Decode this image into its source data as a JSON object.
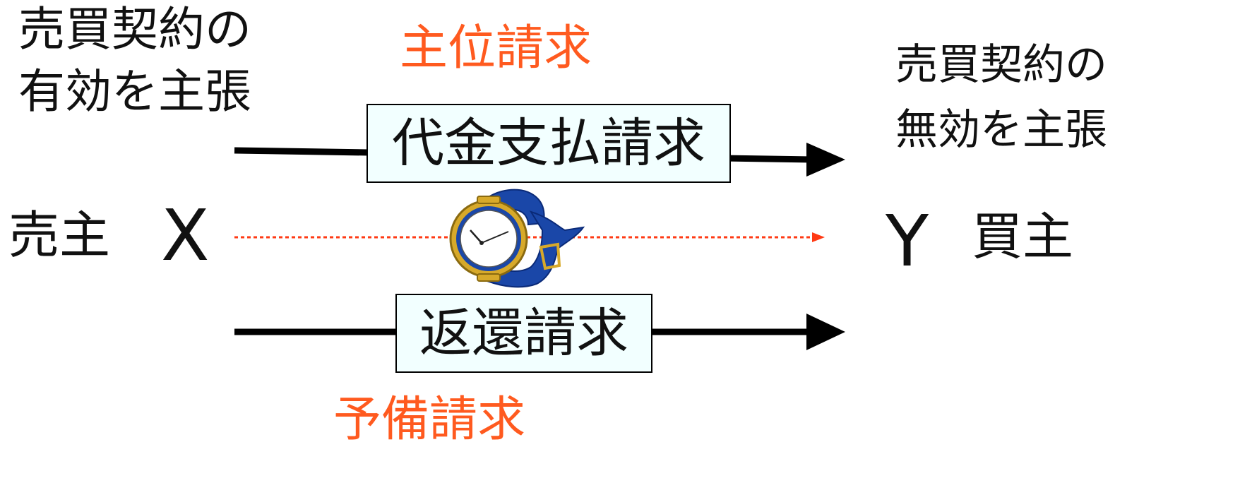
{
  "seller_claim": {
    "line1": "売買契約の",
    "line2": "有効を主張"
  },
  "buyer_claim": {
    "line1": "売買契約の",
    "line2": "無効を主張"
  },
  "seller": {
    "role": "売主",
    "letter": "X"
  },
  "buyer": {
    "letter": "Y",
    "role": "買主"
  },
  "primary_claim": {
    "label": "主位請求",
    "box": "代金支払請求"
  },
  "secondary_claim": {
    "label": "予備請求",
    "box": "返還請求"
  },
  "colors": {
    "accent": "#ff5a1f",
    "box_fill": "#f2ffff",
    "watch_blue": "#1a47a8",
    "watch_gold": "#d7a92a"
  },
  "icon": "wristwatch-icon"
}
